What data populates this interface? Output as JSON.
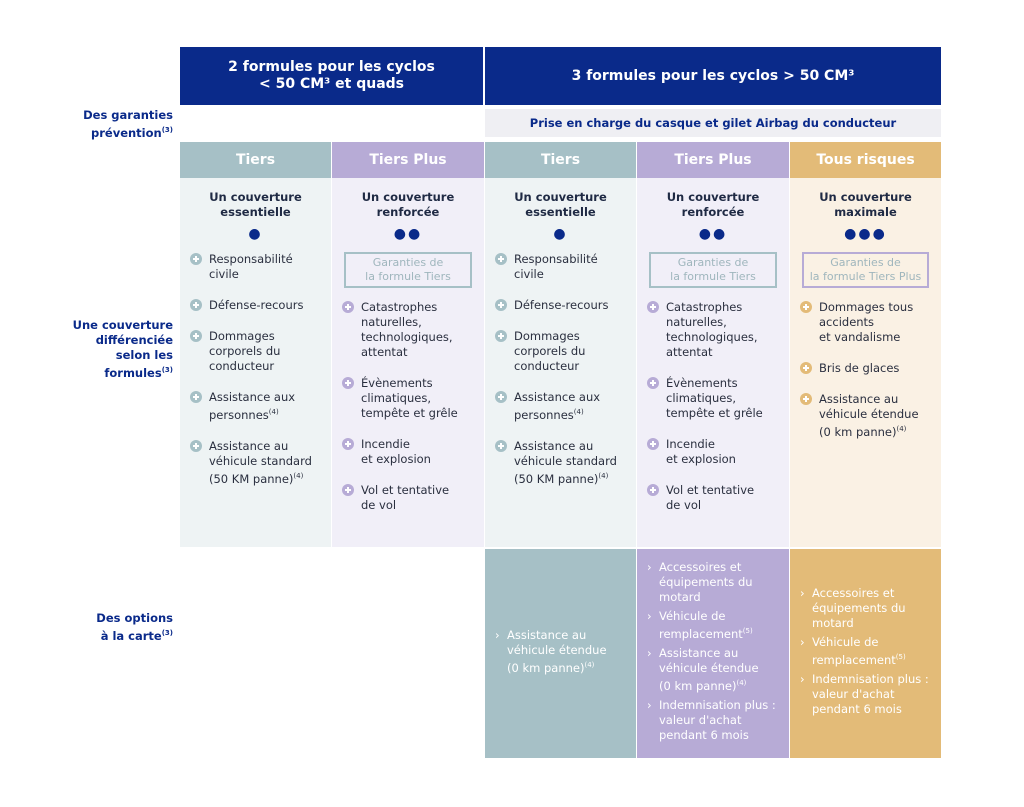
{
  "header": {
    "left_line1": "2 formules pour les cyclos",
    "left_line2": "< 50 CM³ et quads",
    "right": "3 formules pour les cyclos > 50 CM³"
  },
  "prevention_band": "Prise en charge du casque et gilet Airbag du conducteur",
  "row_labels": {
    "prevention": [
      "Des garanties",
      "prévention"
    ],
    "prevention_sup": "(3)",
    "couverture": [
      "Une couverture",
      "différenciée",
      "selon les",
      "formules"
    ],
    "couverture_sup": "(3)",
    "options": [
      "Des options",
      "à la carte"
    ],
    "options_sup": "(3)"
  },
  "columns": [
    {
      "title": "Tiers",
      "coverage": [
        "Un couverture",
        "essentielle"
      ],
      "dots": "●",
      "box": null,
      "items": [
        {
          "text": [
            "Responsabilité",
            "civile"
          ]
        },
        {
          "text": [
            "Défense-recours"
          ]
        },
        {
          "text": [
            "Dommages",
            "corporels du",
            "conducteur"
          ]
        },
        {
          "text": [
            "Assistance aux",
            "personnes"
          ],
          "sup": "(4)"
        },
        {
          "text": [
            "Assistance au",
            "véhicule standard",
            "(50 KM panne)"
          ],
          "sup": "(4)"
        }
      ]
    },
    {
      "title": "Tiers Plus",
      "coverage": [
        "Un couverture",
        "renforcée"
      ],
      "dots": "●●",
      "box": [
        "Garanties de",
        "la formule Tiers"
      ],
      "items": [
        {
          "text": [
            "Catastrophes",
            "naturelles,",
            "technologiques,",
            "attentat"
          ]
        },
        {
          "text": [
            "Évènements",
            "climatiques,",
            "tempête et grêle"
          ]
        },
        {
          "text": [
            "Incendie",
            "et explosion"
          ]
        },
        {
          "text": [
            "Vol et tentative",
            "de vol"
          ]
        }
      ]
    },
    {
      "title": "Tiers",
      "coverage": [
        "Un couverture",
        "essentielle"
      ],
      "dots": "●",
      "box": null,
      "items": [
        {
          "text": [
            "Responsabilité",
            "civile"
          ]
        },
        {
          "text": [
            "Défense-recours"
          ]
        },
        {
          "text": [
            "Dommages",
            "corporels du",
            "conducteur"
          ]
        },
        {
          "text": [
            "Assistance aux",
            "personnes"
          ],
          "sup": "(4)"
        },
        {
          "text": [
            "Assistance au",
            "véhicule standard",
            "(50 KM panne)"
          ],
          "sup": "(4)"
        }
      ]
    },
    {
      "title": "Tiers Plus",
      "coverage": [
        "Un couverture",
        "renforcée"
      ],
      "dots": "●●",
      "box": [
        "Garanties de",
        "la formule Tiers"
      ],
      "items": [
        {
          "text": [
            "Catastrophes",
            "naturelles,",
            "technologiques,",
            "attentat"
          ]
        },
        {
          "text": [
            "Évènements",
            "climatiques,",
            "tempête et grêle"
          ]
        },
        {
          "text": [
            "Incendie",
            "et explosion"
          ]
        },
        {
          "text": [
            "Vol et tentative",
            "de vol"
          ]
        }
      ]
    },
    {
      "title": "Tous risques",
      "coverage": [
        "Un couverture",
        "maximale"
      ],
      "dots": "●●●",
      "box": [
        "Garanties de",
        "la formule Tiers Plus"
      ],
      "items": [
        {
          "text": [
            "Dommages tous",
            "accidents",
            "et vandalisme"
          ]
        },
        {
          "text": [
            "Bris de glaces"
          ]
        },
        {
          "text": [
            "Assistance au",
            "véhicule étendue",
            "(0 km panne)"
          ],
          "sup": "(4)"
        }
      ]
    }
  ],
  "options": [
    {
      "items": [
        {
          "text": [
            "Assistance au",
            "véhicule étendue",
            "(0 km panne)"
          ],
          "sup": "(4)"
        }
      ]
    },
    {
      "items": [
        {
          "text": [
            "Accessoires et",
            "équipements du",
            "motard"
          ]
        },
        {
          "text": [
            "Véhicule de",
            "remplacement"
          ],
          "sup": "(5)"
        },
        {
          "text": [
            "Assistance au",
            "véhicule étendue",
            "(0 km panne)"
          ],
          "sup": "(4)"
        },
        {
          "text": [
            "Indemnisation plus :",
            "valeur d'achat",
            "pendant 6 mois"
          ]
        }
      ]
    },
    {
      "items": [
        {
          "text": [
            "Accessoires et",
            "équipements du",
            "motard"
          ]
        },
        {
          "text": [
            "Véhicule de",
            "remplacement"
          ],
          "sup": "(5)"
        },
        {
          "text": [
            "Indemnisation plus :",
            "valeur d'achat",
            "pendant 6 mois"
          ]
        }
      ]
    }
  ],
  "colors": {
    "navy": "#0a2a8a",
    "tiers": "#a6c0c6",
    "tiers_plus": "#b7abd6",
    "tous_risques": "#e3bb78"
  }
}
